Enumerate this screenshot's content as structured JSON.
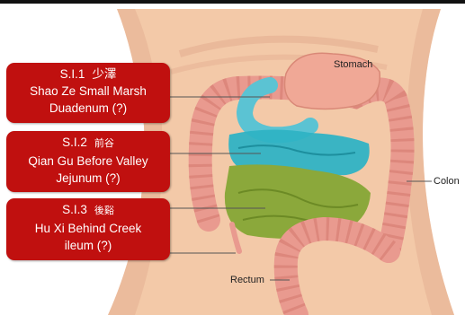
{
  "callouts": [
    {
      "code": "S.I.1",
      "chinese": "少澤",
      "name": "Shao Ze  Small Marsh",
      "organ": "Duadenum (?)"
    },
    {
      "code": "S.I.2",
      "chinese": "前谷",
      "name": "Qian Gu Before Valley",
      "organ": "Jejunum (?)"
    },
    {
      "code": "S.I.3",
      "chinese": "後谿",
      "name": "Hu Xi Behind Creek",
      "organ": "ileum (?)"
    }
  ],
  "labels": {
    "stomach": "Stomach",
    "colon": "Colon",
    "rectum": "Rectum"
  },
  "colors": {
    "callout_bg": "#c0100f",
    "skin": "#f3c9a8",
    "colon": "#e99a8f",
    "duodenum": "#5bc3d3",
    "jejunum": "#2fb3c4",
    "ileum": "#8ba83b"
  }
}
